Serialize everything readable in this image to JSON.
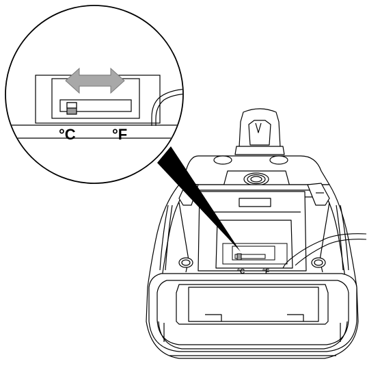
{
  "diagram": {
    "callout": {
      "celsius_label": "°C",
      "fahrenheit_label": "°F"
    },
    "device": {
      "celsius_label": "°C",
      "fahrenheit_label": "°F"
    },
    "arrow_color": "#a8a8a8",
    "switch_knob_color": "#9a9a9a",
    "line_color": "#000000",
    "background_color": "#ffffff"
  }
}
